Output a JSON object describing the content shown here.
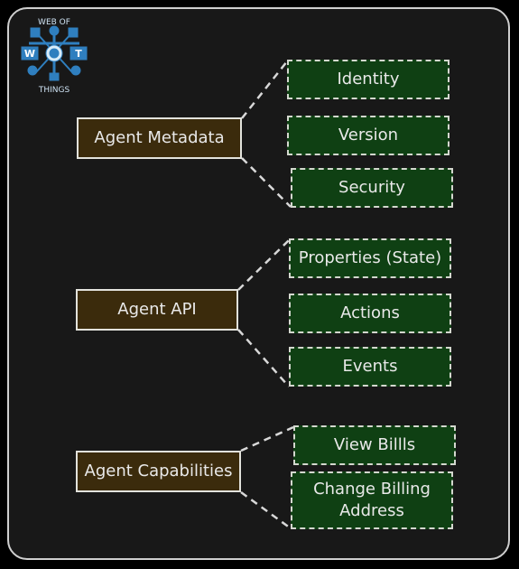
{
  "logo": {
    "top_text": "WEB OF",
    "bottom_text": "THINGS",
    "letters": [
      "W",
      "O",
      "T"
    ],
    "color": "#2f7fbf"
  },
  "colors": {
    "background": "#181818",
    "parent_fill": "#3b2b0c",
    "child_fill": "#0f4013",
    "line": "#d8d8d8"
  },
  "groups": [
    {
      "label": "Agent Metadata",
      "children": [
        "Identity",
        "Version",
        "Security"
      ]
    },
    {
      "label": "Agent API",
      "children": [
        "Properties (State)",
        "Actions",
        "Events"
      ]
    },
    {
      "label": "Agent Capabilities",
      "children": [
        "View Billls",
        "Change Billing Address"
      ]
    }
  ]
}
